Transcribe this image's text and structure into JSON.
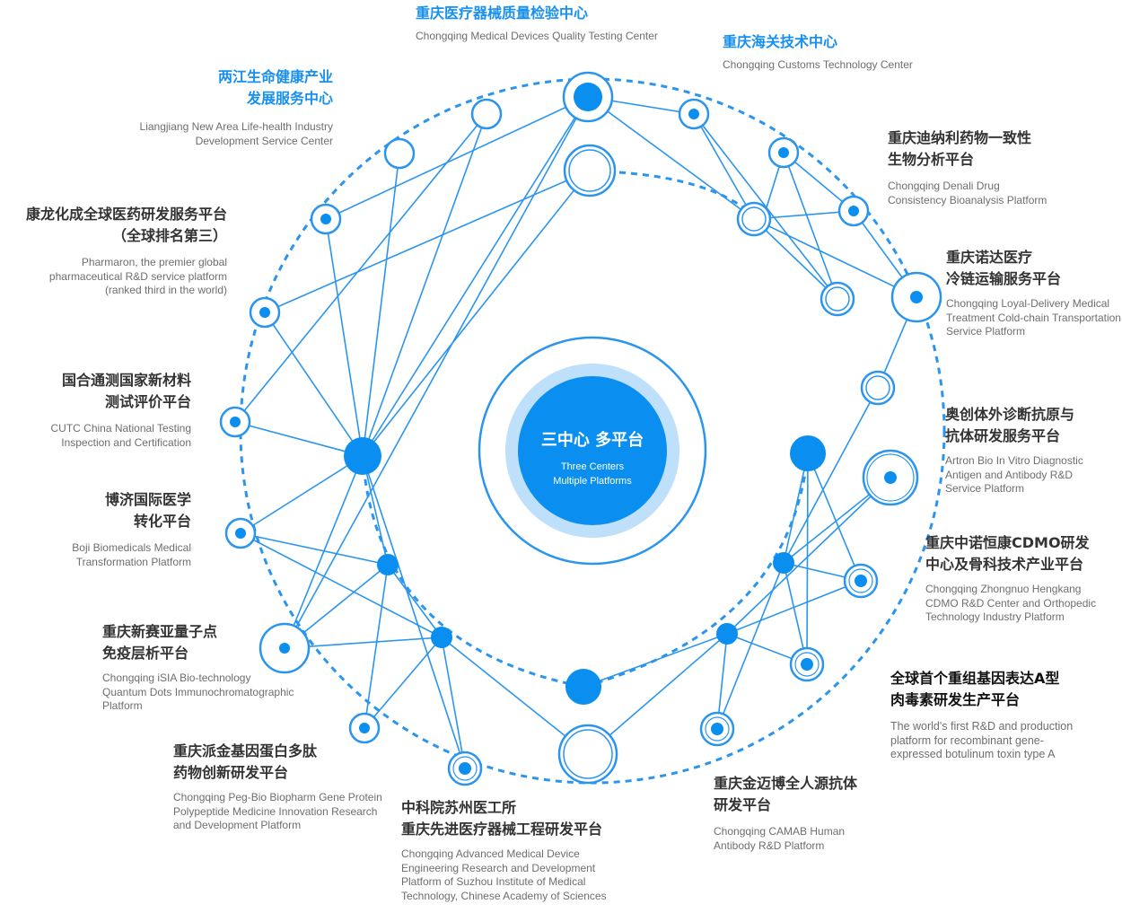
{
  "hub": {
    "title": "三中心 多平台",
    "subtitle_1": "Three Centers",
    "subtitle_2": "Multiple Platforms"
  },
  "colors": {
    "accent": "#1890f0",
    "node_fill": "#0a8ef0",
    "ring": "#2b95ee",
    "hub_outer": "#bfe0fb",
    "text_dark": "#333333",
    "text_muted": "#6e6e6e"
  },
  "labels": {
    "quality": {
      "cn": "重庆医疗器械质量检验中心",
      "en": [
        "Chongqing Medical Devices Quality Testing Center"
      ]
    },
    "customs": {
      "cn": "重庆海关技术中心",
      "en": [
        "Chongqing Customs Technology Center"
      ]
    },
    "liangjiang": {
      "cn": [
        "两江生命健康产业",
        "发展服务中心"
      ],
      "en": [
        "Liangjiang New Area Life-health Industry",
        "Development Service Center"
      ]
    },
    "denali": {
      "cn": [
        "重庆迪纳利药物一致性",
        "生物分析平台"
      ],
      "en": [
        "Chongqing Denali Drug",
        "Consistency Bioanalysis Platform"
      ]
    },
    "pharmaron": {
      "cn": [
        "康龙化成全球医药研发服务平台",
        "（全球排名第三）"
      ],
      "en": [
        "Pharmaron, the premier global",
        "pharmaceutical R&D service platform",
        "(ranked third in the world)"
      ]
    },
    "nuoda": {
      "cn": [
        "重庆诺达医疗",
        "冷链运输服务平台"
      ],
      "en": [
        "Chongqing Loyal-Delivery Medical",
        "Treatment Cold-chain Transportation",
        "Service Platform"
      ]
    },
    "cutc": {
      "cn": [
        "国合通测国家新材料",
        "测试评价平台"
      ],
      "en": [
        "CUTC China National Testing",
        "Inspection and Certification"
      ]
    },
    "artron": {
      "cn": [
        "奥创体外诊断抗原与",
        "抗体研发服务平台"
      ],
      "en": [
        "Artron Bio In Vitro Diagnostic",
        "Antigen and Antibody R&D",
        "Service Platform"
      ]
    },
    "boji": {
      "cn": [
        "博济国际医学",
        "转化平台"
      ],
      "en": [
        "Boji Biomedicals Medical",
        "Transformation Platform"
      ]
    },
    "zhongnuo": {
      "cn": [
        "重庆中诺恒康CDMO研发",
        "中心及骨科技术产业平台"
      ],
      "en": [
        "Chongqing Zhongnuo Hengkang",
        "CDMO R&D Center and Orthopedic",
        "Technology Industry Platform"
      ]
    },
    "isia": {
      "cn": [
        "重庆新赛亚量子点",
        "免疫层析平台"
      ],
      "en": [
        "Chongqing iSIA Bio-technology",
        "Quantum Dots Immunochromatographic",
        "Platform"
      ]
    },
    "botulinum": {
      "cn": [
        "全球首个重组基因表达A型",
        "肉毒素研发生产平台"
      ],
      "en": [
        "The world's first R&D and production",
        "platform for recombinant gene-",
        "expressed botulinum toxin type A"
      ]
    },
    "pegbio": {
      "cn": [
        "重庆派金基因蛋白多肽",
        "药物创新研发平台"
      ],
      "en": [
        "Chongqing Peg-Bio Biopharm Gene Protein",
        "Polypeptide Medicine Innovation Research",
        "and Development Platform"
      ]
    },
    "camab": {
      "cn": [
        "重庆金迈博全人源抗体",
        "研发平台"
      ],
      "en": [
        "Chongqing CAMAB Human",
        "Antibody R&D Platform"
      ]
    },
    "suzhou": {
      "cn": [
        "中科院苏州医工所",
        "重庆先进医疗器械工程研发平台"
      ],
      "en": [
        "Chongqing Advanced Medical Device",
        "Engineering Research and Development",
        "Platform of Suzhou Institute of Medical",
        "Technology, Chinese Academy of Sciences"
      ]
    }
  }
}
